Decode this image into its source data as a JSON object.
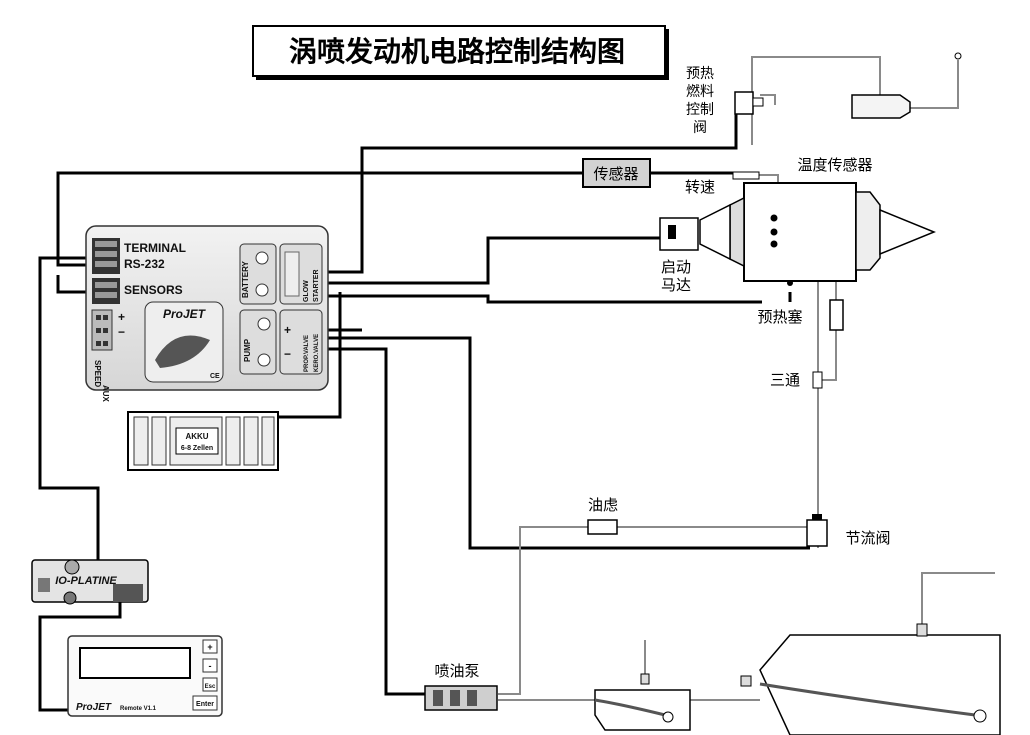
{
  "title": "涡喷发动机电路控制结构图",
  "labels": {
    "preheat_valve": [
      "预热",
      "燃料",
      "控制",
      "阀"
    ],
    "sensor_box": "传感器",
    "temp_sensor": "温度传感器",
    "speed": "转速",
    "starter_motor": [
      "启动",
      "马达"
    ],
    "glow_plug": "预热塞",
    "tee": "三通",
    "fuel_filter": "油虑",
    "throttle_valve": "节流阀",
    "fuel_pump": "喷油泵"
  },
  "ecu": {
    "terminal": "TERMINAL",
    "rs232": "RS-232",
    "sensors": "SENSORS",
    "brand": "ProJET",
    "battery": "BATTERY",
    "glow_starter": [
      "GLOW",
      "STARTER"
    ],
    "pump": "PUMP",
    "valves": [
      "PROP.VALVE",
      "KERO.VALVE"
    ],
    "aux_speed": [
      "AUX",
      "SPEED"
    ],
    "ce": "CE"
  },
  "akku": [
    "AKKU",
    "6-8 Zellen"
  ],
  "io_board": "IO-PLATINE",
  "remote": {
    "brand": "ProJET",
    "model": "Remote V1.1",
    "keys": [
      "+",
      "-",
      "Esc",
      "Enter"
    ]
  }
}
